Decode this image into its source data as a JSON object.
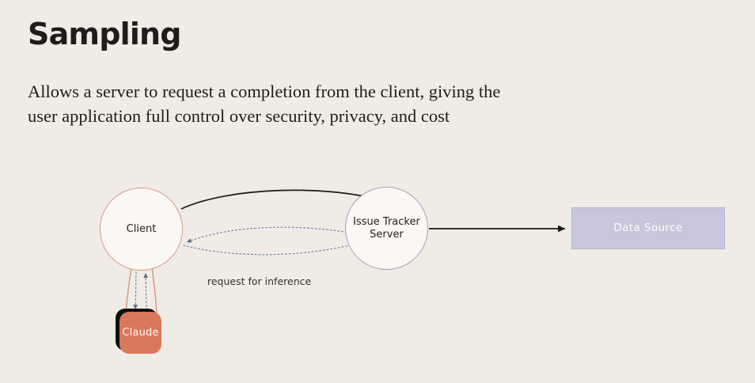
{
  "slide": {
    "title": "Sampling",
    "subtitle": "Allows a server to request a completion from the client, giving the user application full control over security, privacy, and cost",
    "background_color": "#f0ece5"
  },
  "diagram": {
    "nodes": [
      {
        "id": "client",
        "label": "Client",
        "shape": "circle",
        "fill": "#fbf8f4",
        "stroke": "#d99a86"
      },
      {
        "id": "server",
        "label": "Issue Tracker Server",
        "shape": "circle",
        "fill": "#fbf8f4",
        "stroke": "#9aa6bd"
      },
      {
        "id": "datasource",
        "label": "Data Source",
        "shape": "rectangle",
        "fill": "#c7c6da",
        "stroke": "#b4b3cb"
      },
      {
        "id": "claude",
        "label": "Claude",
        "shape": "rounded-rectangle",
        "fill": "#d9785c",
        "stroke": "#100f0d"
      }
    ],
    "edges": [
      {
        "id": "client-to-server",
        "from": "client",
        "to": "server",
        "style": "solid-curved",
        "color": "#1c1a17",
        "label": ""
      },
      {
        "id": "server-to-client-dotted",
        "from": "server",
        "to": "client",
        "style": "dotted-curved",
        "color": "#6f7b92",
        "label": ""
      },
      {
        "id": "client-to-server-dotted",
        "from": "client",
        "to": "server",
        "style": "dotted-curved",
        "color": "#6f7b92",
        "label": "request for inference"
      },
      {
        "id": "server-to-datasource",
        "from": "server",
        "to": "datasource",
        "style": "solid-straight",
        "color": "#1c1a17",
        "label": ""
      },
      {
        "id": "client-to-claude",
        "from": "client",
        "to": "claude",
        "style": "dotted-straight",
        "color": "#6f7b92",
        "label": ""
      },
      {
        "id": "claude-to-client",
        "from": "claude",
        "to": "client",
        "style": "dotted-straight",
        "color": "#6f7b92",
        "label": ""
      }
    ],
    "labels": {
      "inference": "request for inference"
    }
  }
}
